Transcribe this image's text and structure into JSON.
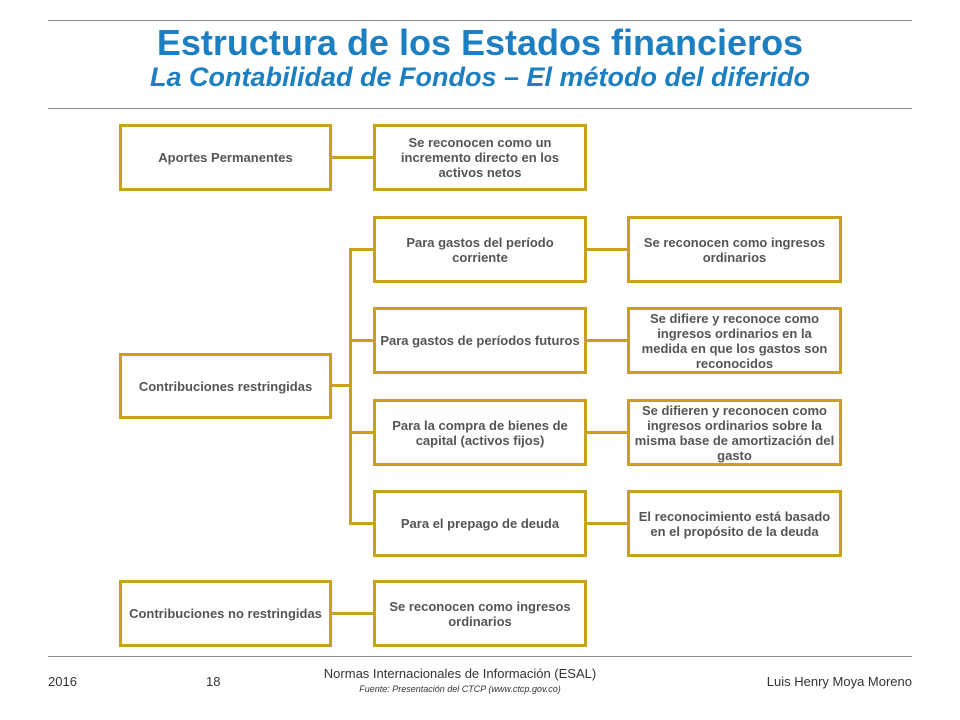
{
  "header": {
    "title": "Estructura de los Estados financieros",
    "subtitle": "La Contabilidad de Fondos – El método del diferido"
  },
  "diagram": {
    "aportes": {
      "label": "Aportes Permanentes",
      "result": "Se reconocen como un incremento directo en los activos netos"
    },
    "restringidas": {
      "label": "Contribuciones restringidas",
      "branches": [
        {
          "label": "Para gastos del período corriente",
          "result": "Se reconocen como ingresos ordinarios"
        },
        {
          "label": "Para gastos de períodos futuros",
          "result": "Se difiere y reconoce como ingresos ordinarios en la medida en que los gastos son reconocidos"
        },
        {
          "label": "Para la compra de  bienes de capital (activos fijos)",
          "result": "Se difieren y reconocen como ingresos ordinarios sobre la misma base de amortización del gasto"
        },
        {
          "label": "Para el prepago de deuda",
          "result": "El reconocimiento está basado en el propósito  de la deuda"
        }
      ]
    },
    "no_restringidas": {
      "label": "Contribuciones no restringidas",
      "result": "Se reconocen como ingresos ordinarios"
    }
  },
  "footer": {
    "year": "2016",
    "page": "18",
    "center": "Normas Internacionales de Información (ESAL)",
    "source": "Fuente: Presentación del CTCP (www.ctcp.gov.co)",
    "author": "Luis Henry Moya Moreno"
  },
  "colors": {
    "title": "#1b7fc1",
    "box_border": "#c9a21b",
    "box_text": "#555555"
  }
}
